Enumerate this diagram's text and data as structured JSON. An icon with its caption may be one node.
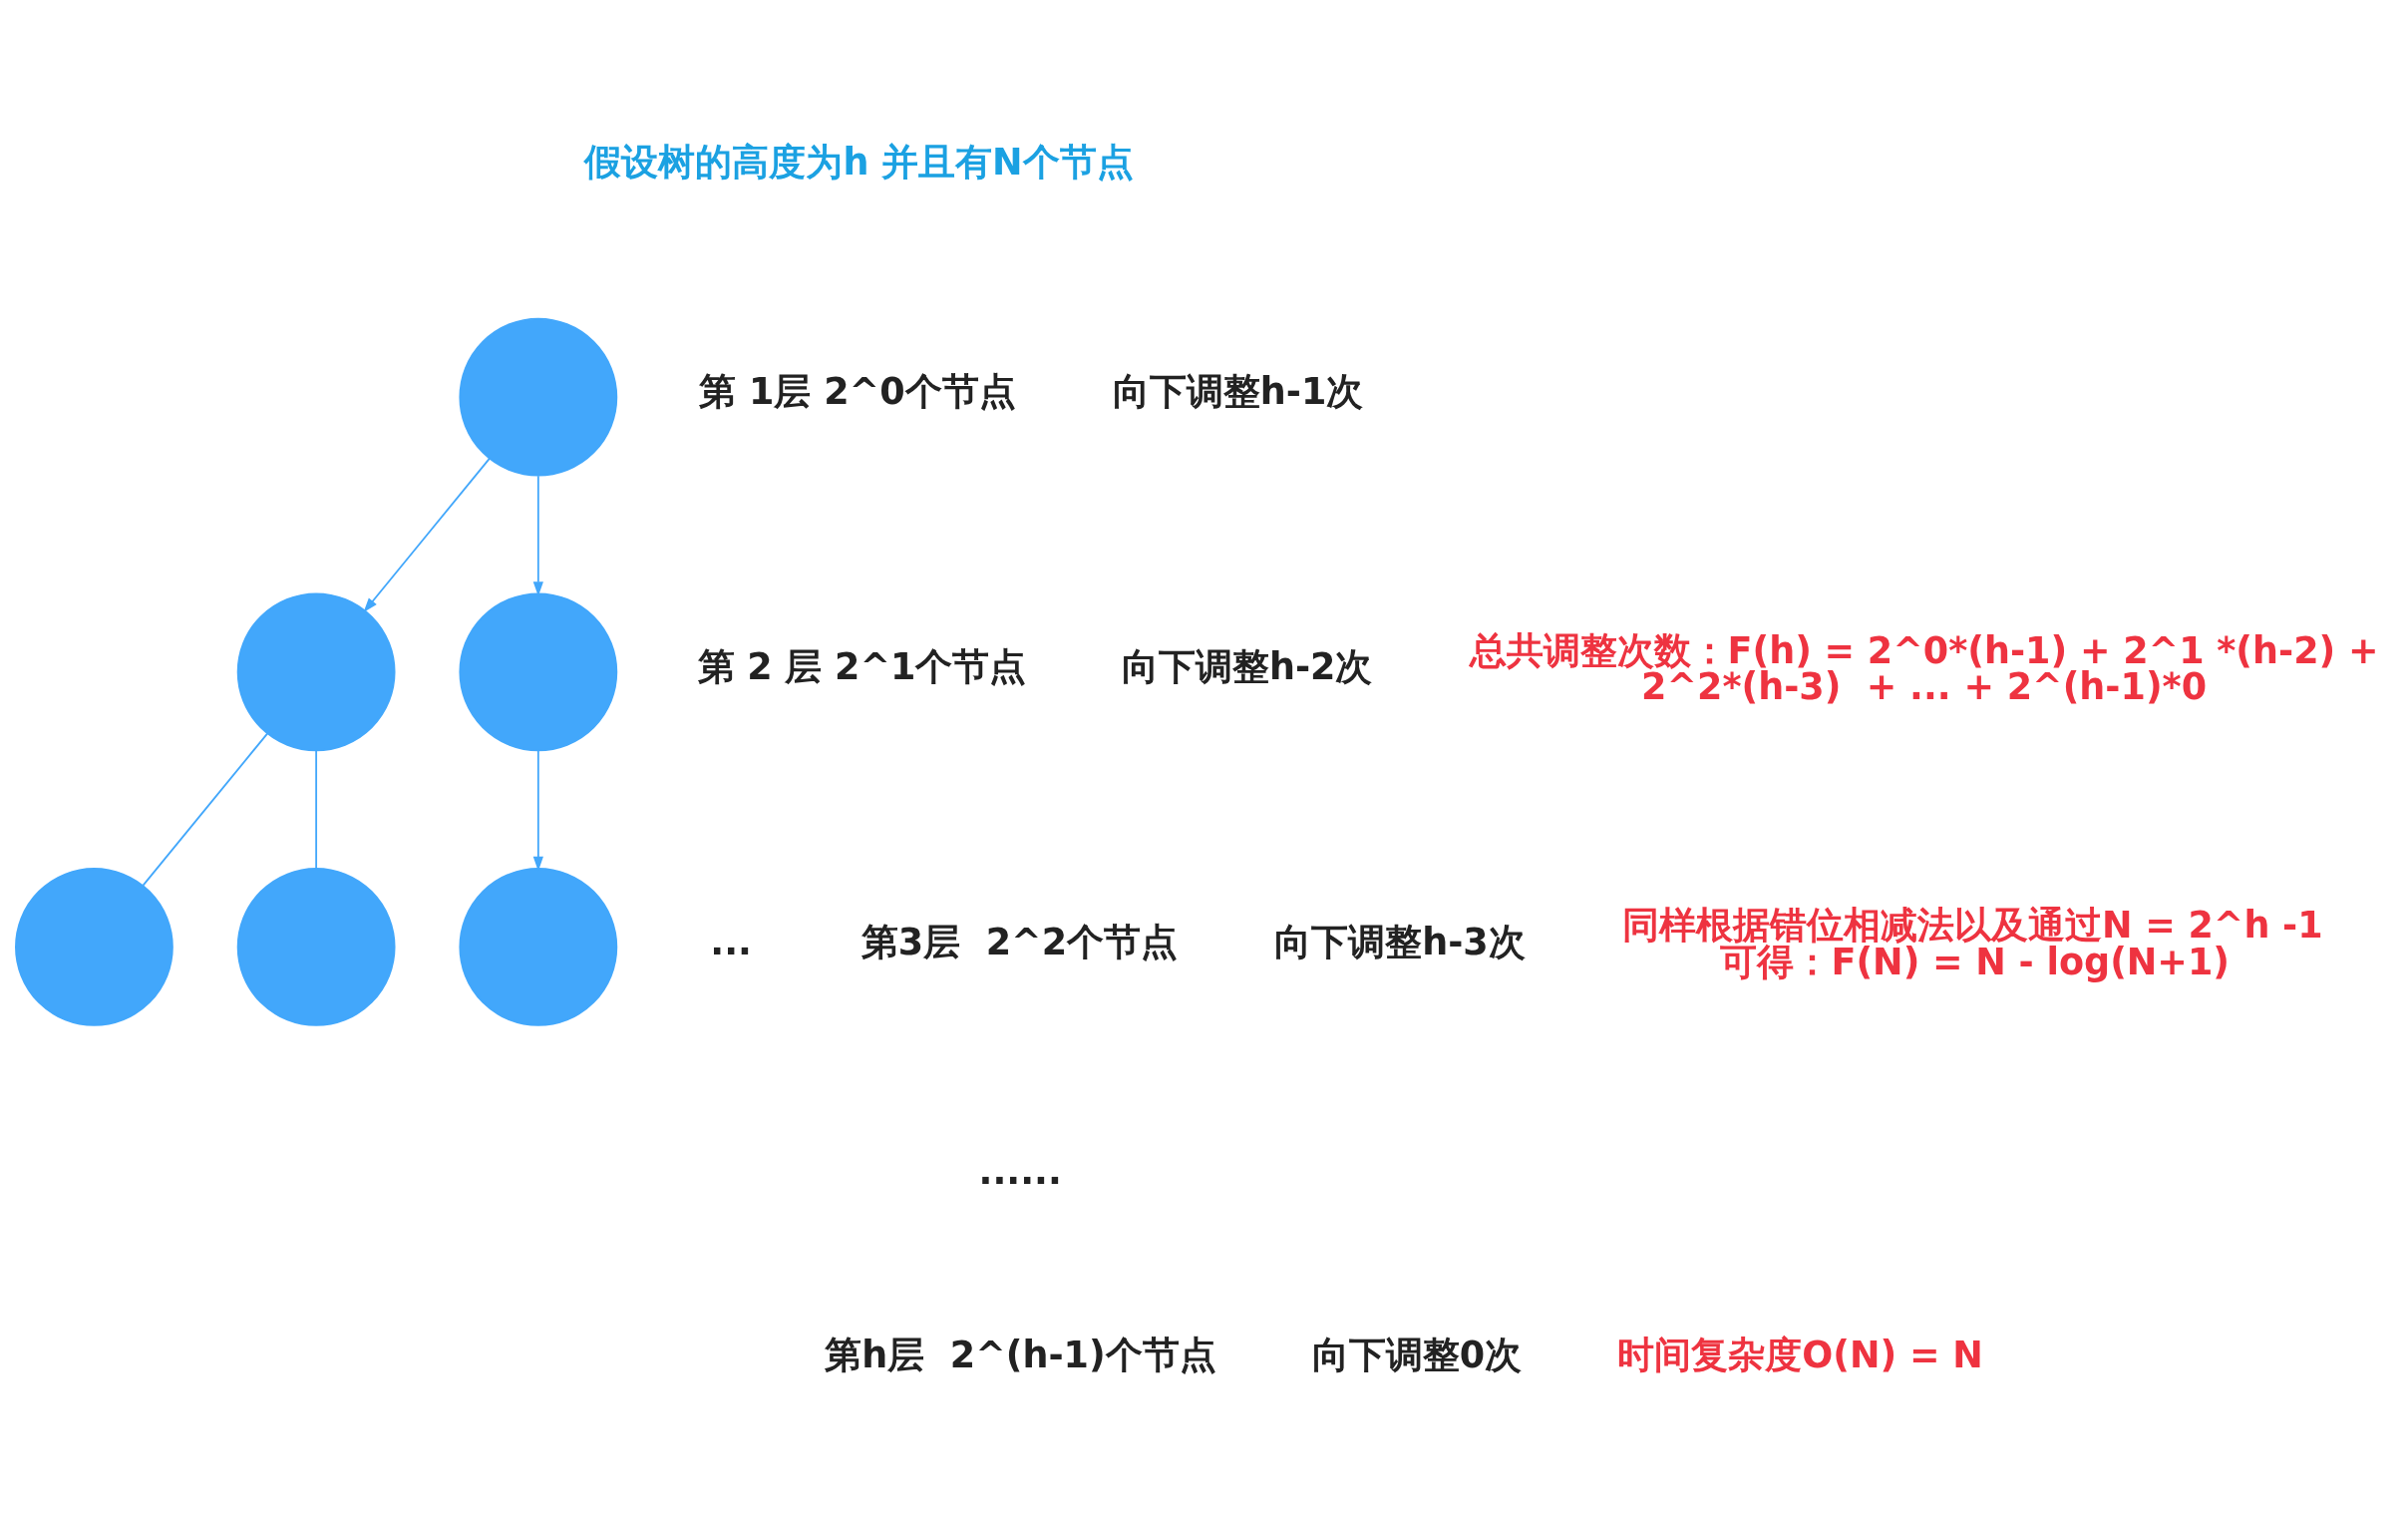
{
  "diagram": {
    "nodes": [
      {
        "text": [],
        "shape": "circle"
      },
      {
        "text": [],
        "shape": "circle"
      },
      {
        "text": [],
        "shape": "circle"
      },
      {
        "text": [],
        "shape": "circle"
      },
      {
        "text": [],
        "shape": "circle"
      },
      {
        "text": [],
        "shape": "circle"
      }
    ],
    "edges": [
      {
        "from": 0,
        "to": 1,
        "arrow": "to"
      },
      {
        "from": 0,
        "to": 2,
        "arrow": "to"
      },
      {
        "from": 1,
        "to": 3,
        "arrow": "none"
      },
      {
        "from": 1,
        "to": 4,
        "arrow": "none"
      },
      {
        "from": 2,
        "to": 5,
        "arrow": "to"
      }
    ],
    "labels": [
      "...",
      "假设树的高度为h 并且有N个节点",
      "第 1层 2^0个节点",
      "向下调整h-1次",
      "第 2 层 2^1个节点",
      "向下调整h-2次",
      "第3层  2^2个节点",
      "向下调整h-3次",
      "......",
      "第h层  2^(h-1)个节点",
      "向下调整0次",
      "总共调整次数：F(h) = 2^0*(h-1) + 2^1 *(h-2) + 2^2*(h-3)  + ... + 2^(h-1)*0",
      "同样根据错位相减法以及通过N = 2^h -1 可得：F(N) = N - log(N+1)",
      "时间复杂度O(N) = N"
    ]
  }
}
